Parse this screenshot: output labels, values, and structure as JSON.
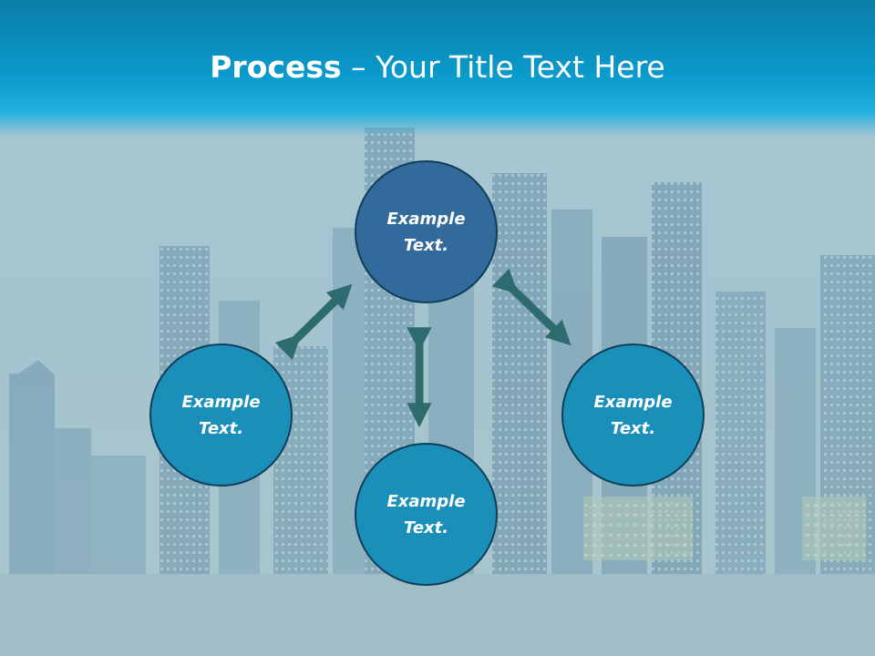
{
  "title": {
    "bold": "Process",
    "separator": " – ",
    "rest": "Your Title Text Here"
  },
  "nodes": {
    "top": "Example Text.",
    "left": "Example Text.",
    "right": "Example Text.",
    "bottom": "Example Text."
  },
  "colors": {
    "header": "#0a9acb",
    "node_top": "#326a9c",
    "node_other": "#1a8fba",
    "node_border": "#0e3e58",
    "arrow": "#2e6b6c"
  }
}
